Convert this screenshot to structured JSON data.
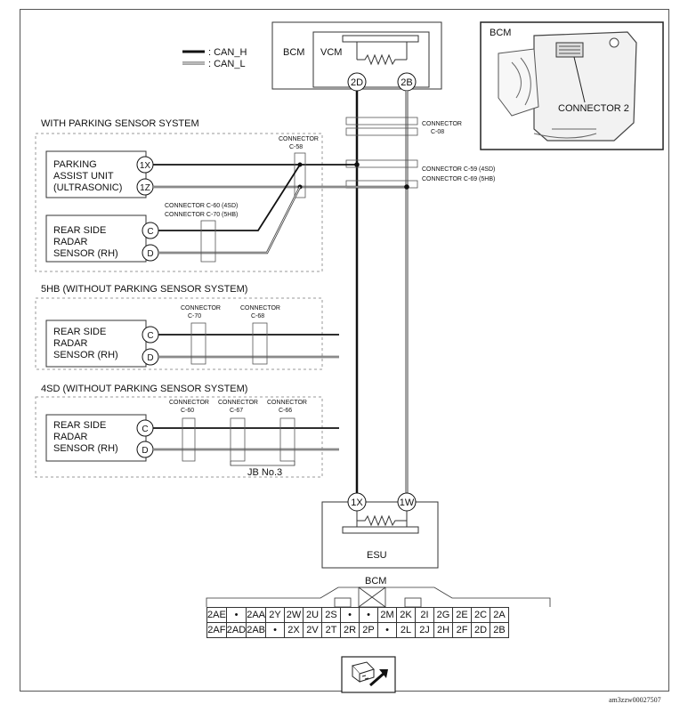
{
  "legend": {
    "can_h": ": CAN_H",
    "can_l": ": CAN_L"
  },
  "top_box": {
    "bcm": "BCM",
    "vcm": "VCM",
    "pin_2d": "2D",
    "pin_2b": "2B"
  },
  "photo": {
    "title": "BCM",
    "connector": "CONNECTOR 2"
  },
  "vertical_connectors": {
    "c08": {
      "label": "CONNECTOR",
      "id": "C-08"
    },
    "c59": "CONNECTOR C-59 (4SD)",
    "c69": "CONNECTOR C-69 (5HB)"
  },
  "section1": {
    "title": "WITH PARKING SENSOR SYSTEM",
    "connector_c58": {
      "label": "CONNECTOR",
      "id": "C-58"
    },
    "parking_unit": [
      "PARKING",
      "ASSIST UNIT",
      "(ULTRASONIC)"
    ],
    "pins_parking": [
      "1X",
      "1Z"
    ],
    "connector_c60": "CONNECTOR C-60 (4SD)",
    "connector_c70": "CONNECTOR C-70 (5HB)",
    "radar": [
      "REAR SIDE",
      "RADAR",
      "SENSOR (RH)"
    ],
    "pins_radar": [
      "C",
      "D"
    ]
  },
  "section2": {
    "title": "5HB (WITHOUT PARKING SENSOR SYSTEM)",
    "connectors": [
      {
        "label": "CONNECTOR",
        "id": "C-70"
      },
      {
        "label": "CONNECTOR",
        "id": "C-68"
      }
    ],
    "radar": [
      "REAR SIDE",
      "RADAR",
      "SENSOR (RH)"
    ],
    "pins_radar": [
      "C",
      "D"
    ]
  },
  "section3": {
    "title": "4SD (WITHOUT PARKING SENSOR SYSTEM)",
    "connectors": [
      {
        "label": "CONNECTOR",
        "id": "C-60"
      },
      {
        "label": "CONNECTOR",
        "id": "C-67"
      },
      {
        "label": "CONNECTOR",
        "id": "C-66"
      }
    ],
    "radar": [
      "REAR SIDE",
      "RADAR",
      "SENSOR (RH)"
    ],
    "pins_radar": [
      "C",
      "D"
    ],
    "jb": "JB No.3"
  },
  "esu": {
    "label": "ESU",
    "pins": [
      "1X",
      "1W"
    ]
  },
  "bcm_connector": {
    "title": "BCM",
    "rows": [
      [
        "2AE",
        "•",
        "2AA",
        "2Y",
        "2W",
        "2U",
        "2S",
        "•",
        "•",
        "2M",
        "2K",
        "2I",
        "2G",
        "2E",
        "2C",
        "2A"
      ],
      [
        "2AF",
        "2AD",
        "2AB",
        "•",
        "2X",
        "2V",
        "2T",
        "2R",
        "2P",
        "•",
        "2L",
        "2J",
        "2H",
        "2F",
        "2D",
        "2B"
      ]
    ]
  },
  "watermark": "am3zzw00027507",
  "colors": {
    "line": "#111111",
    "dash": "#999999",
    "can_l_fill": "#ffffff"
  }
}
